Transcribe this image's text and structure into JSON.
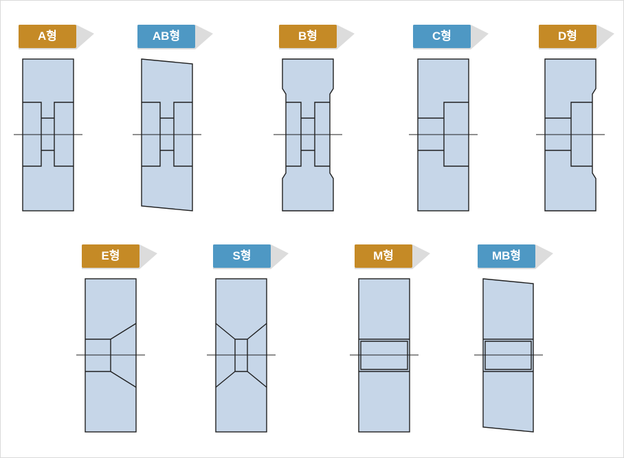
{
  "types": [
    {
      "id": "A",
      "label": "A형",
      "color": "#c58a26"
    },
    {
      "id": "AB",
      "label": "AB형",
      "color": "#4e98c4"
    },
    {
      "id": "B",
      "label": "B형",
      "color": "#c58a26"
    },
    {
      "id": "C",
      "label": "C형",
      "color": "#4e98c4"
    },
    {
      "id": "D",
      "label": "D형",
      "color": "#c58a26"
    },
    {
      "id": "E",
      "label": "E형",
      "color": "#c58a26"
    },
    {
      "id": "S",
      "label": "S형",
      "color": "#4e98c4"
    },
    {
      "id": "M",
      "label": "M형",
      "color": "#c58a26"
    },
    {
      "id": "MB",
      "label": "MB형",
      "color": "#4e98c4"
    }
  ],
  "colors": {
    "fill": "#c6d6e8",
    "stroke": "#1f1f1f",
    "gold": "#c58a26",
    "blue": "#4e98c4"
  }
}
